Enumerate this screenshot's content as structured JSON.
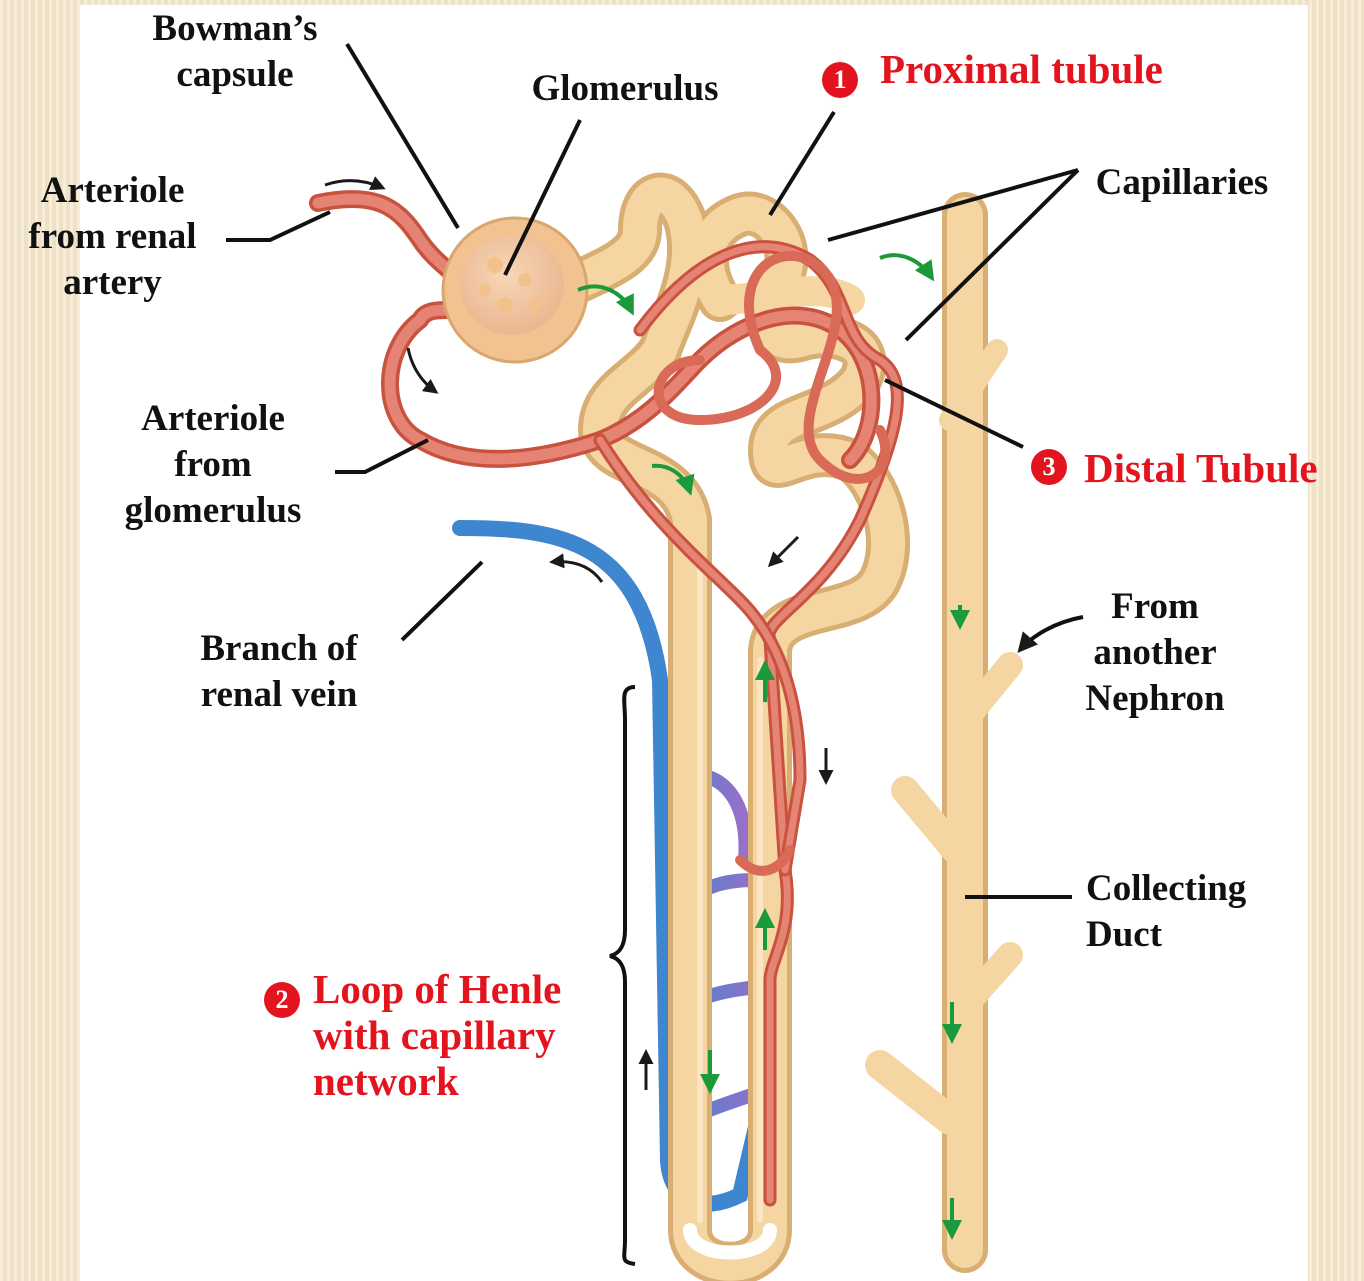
{
  "labels": {
    "bowmans_capsule": "Bowman’s\ncapsule",
    "glomerulus": "Glomerulus",
    "proximal_tubule": "Proximal tubule",
    "capillaries": "Capillaries",
    "arteriole_renal": "Arteriole\nfrom renal\nartery",
    "arteriole_glomerulus": "Arteriole\nfrom\nglomerulus",
    "distal_tubule": "Distal Tubule",
    "branch_renal_vein": "Branch of\nrenal vein",
    "from_another_nephron": "From\nanother\nNephron",
    "collecting_duct": "Collecting\nDuct",
    "loop_of_henle": "Loop of Henle\nwith capillary\nnetwork"
  },
  "badges": {
    "proximal": "1",
    "loop": "2",
    "distal": "3"
  },
  "colors": {
    "tubule": "#f3cf98",
    "artery": "#e0705e",
    "vein": "#4a8fd4",
    "highlight": "#e3141e",
    "flow_arrow": "#1a9a3a"
  }
}
